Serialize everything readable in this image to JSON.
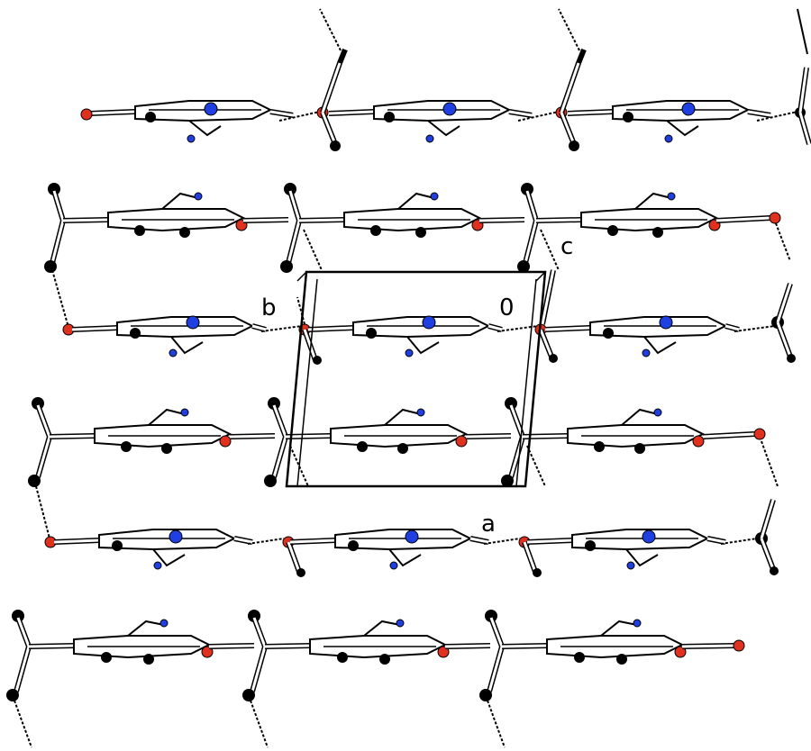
{
  "figure": {
    "kind": "crystal packing diagram",
    "background": "#ffffff"
  },
  "axis_labels": {
    "a": "a",
    "b": "b",
    "c": "c",
    "origin": "0"
  },
  "atom_colors": {
    "carbon": "#000000",
    "oxygen": "#e0301e",
    "nitrogen": "#1f3fe0",
    "hydrogen": "#ffffff"
  },
  "styles": {
    "bond_fill": "#ffffff",
    "bond_outline": "#000000",
    "hbond_dash": "#000000",
    "cell_edge": "#000000"
  },
  "layers": [
    {
      "row": 0,
      "variant": "A",
      "repeats": 3
    },
    {
      "row": 1,
      "variant": "B",
      "repeats": 3
    },
    {
      "row": 2,
      "variant": "A",
      "repeats": 3
    },
    {
      "row": 3,
      "variant": "B",
      "repeats": 3
    },
    {
      "row": 4,
      "variant": "A",
      "repeats": 3
    },
    {
      "row": 5,
      "variant": "B",
      "repeats": 3
    }
  ]
}
